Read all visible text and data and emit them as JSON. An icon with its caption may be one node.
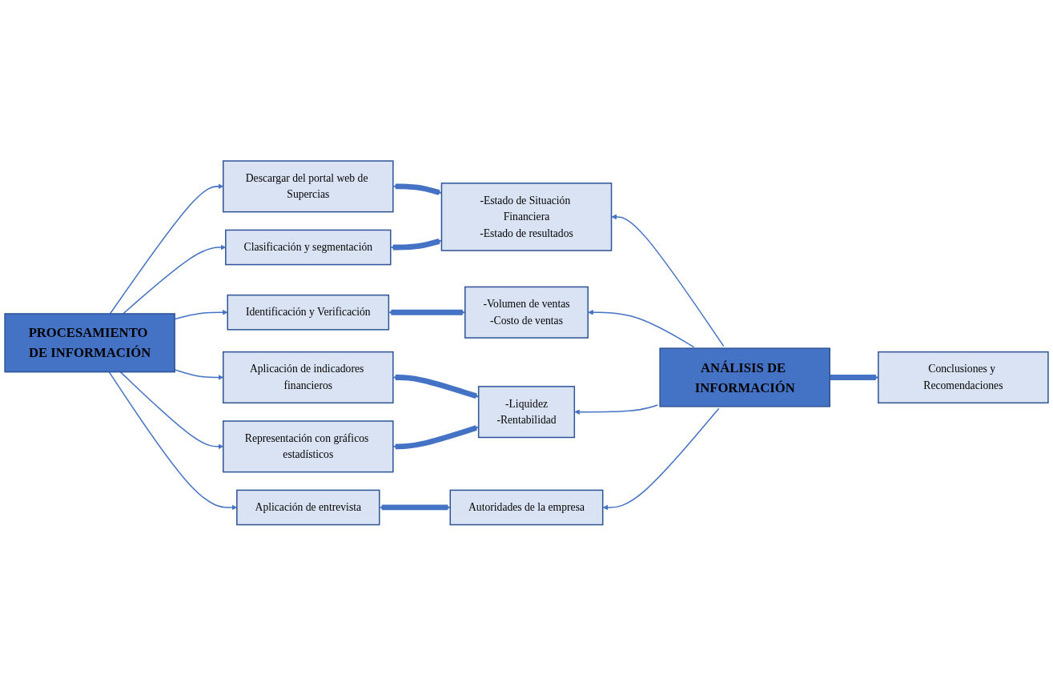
{
  "diagram": {
    "nodes": [
      {
        "text": [
          "PROCESAMIENTO DE INFORMACIÓN"
        ]
      },
      {
        "text": [
          "Descargar del portal web de Supercias"
        ]
      },
      {
        "text": [
          "Clasificación y segmentación"
        ]
      },
      {
        "text": [
          "Identificación y Verificación"
        ]
      },
      {
        "text": [
          "Aplicación de indicadores financieros"
        ]
      },
      {
        "text": [
          "Representación con gráficos estadísticos"
        ]
      },
      {
        "text": [
          "Aplicación de entrevista"
        ]
      },
      {
        "text": [
          "-Estado de Situación Financiera",
          "-Estado de resultados"
        ]
      },
      {
        "text": [
          "-Volumen de ventas",
          "-Costo de ventas"
        ]
      },
      {
        "text": [
          "-Liquidez",
          "-Rentabilidad"
        ]
      },
      {
        "text": [
          "Autoridades de la empresa"
        ]
      },
      {
        "text": [
          "ANÁLISIS DE INFORMACIÓN"
        ]
      },
      {
        "text": [
          "Conclusiones y Recomendaciones"
        ]
      }
    ],
    "edges": [
      {
        "from": 0,
        "to": 1,
        "arrow": "to"
      },
      {
        "from": 0,
        "to": 2,
        "arrow": "to"
      },
      {
        "from": 0,
        "to": 3,
        "arrow": "to"
      },
      {
        "from": 0,
        "to": 4,
        "arrow": "to"
      },
      {
        "from": 0,
        "to": 5,
        "arrow": "to"
      },
      {
        "from": 0,
        "to": 6,
        "arrow": "to"
      },
      {
        "from": 1,
        "to": 7,
        "arrow": "both",
        "style": "thick"
      },
      {
        "from": 2,
        "to": 7,
        "arrow": "both",
        "style": "thick"
      },
      {
        "from": 3,
        "to": 8,
        "arrow": "both",
        "style": "thick"
      },
      {
        "from": 4,
        "to": 9,
        "arrow": "both",
        "style": "thick"
      },
      {
        "from": 5,
        "to": 9,
        "arrow": "both",
        "style": "thick"
      },
      {
        "from": 6,
        "to": 10,
        "arrow": "both",
        "style": "thick"
      },
      {
        "from": 11,
        "to": 7,
        "arrow": "to"
      },
      {
        "from": 11,
        "to": 8,
        "arrow": "to"
      },
      {
        "from": 11,
        "to": 9,
        "arrow": "to"
      },
      {
        "from": 11,
        "to": 10,
        "arrow": "to"
      },
      {
        "from": 11,
        "to": 12,
        "arrow": "to",
        "style": "thick"
      }
    ]
  }
}
